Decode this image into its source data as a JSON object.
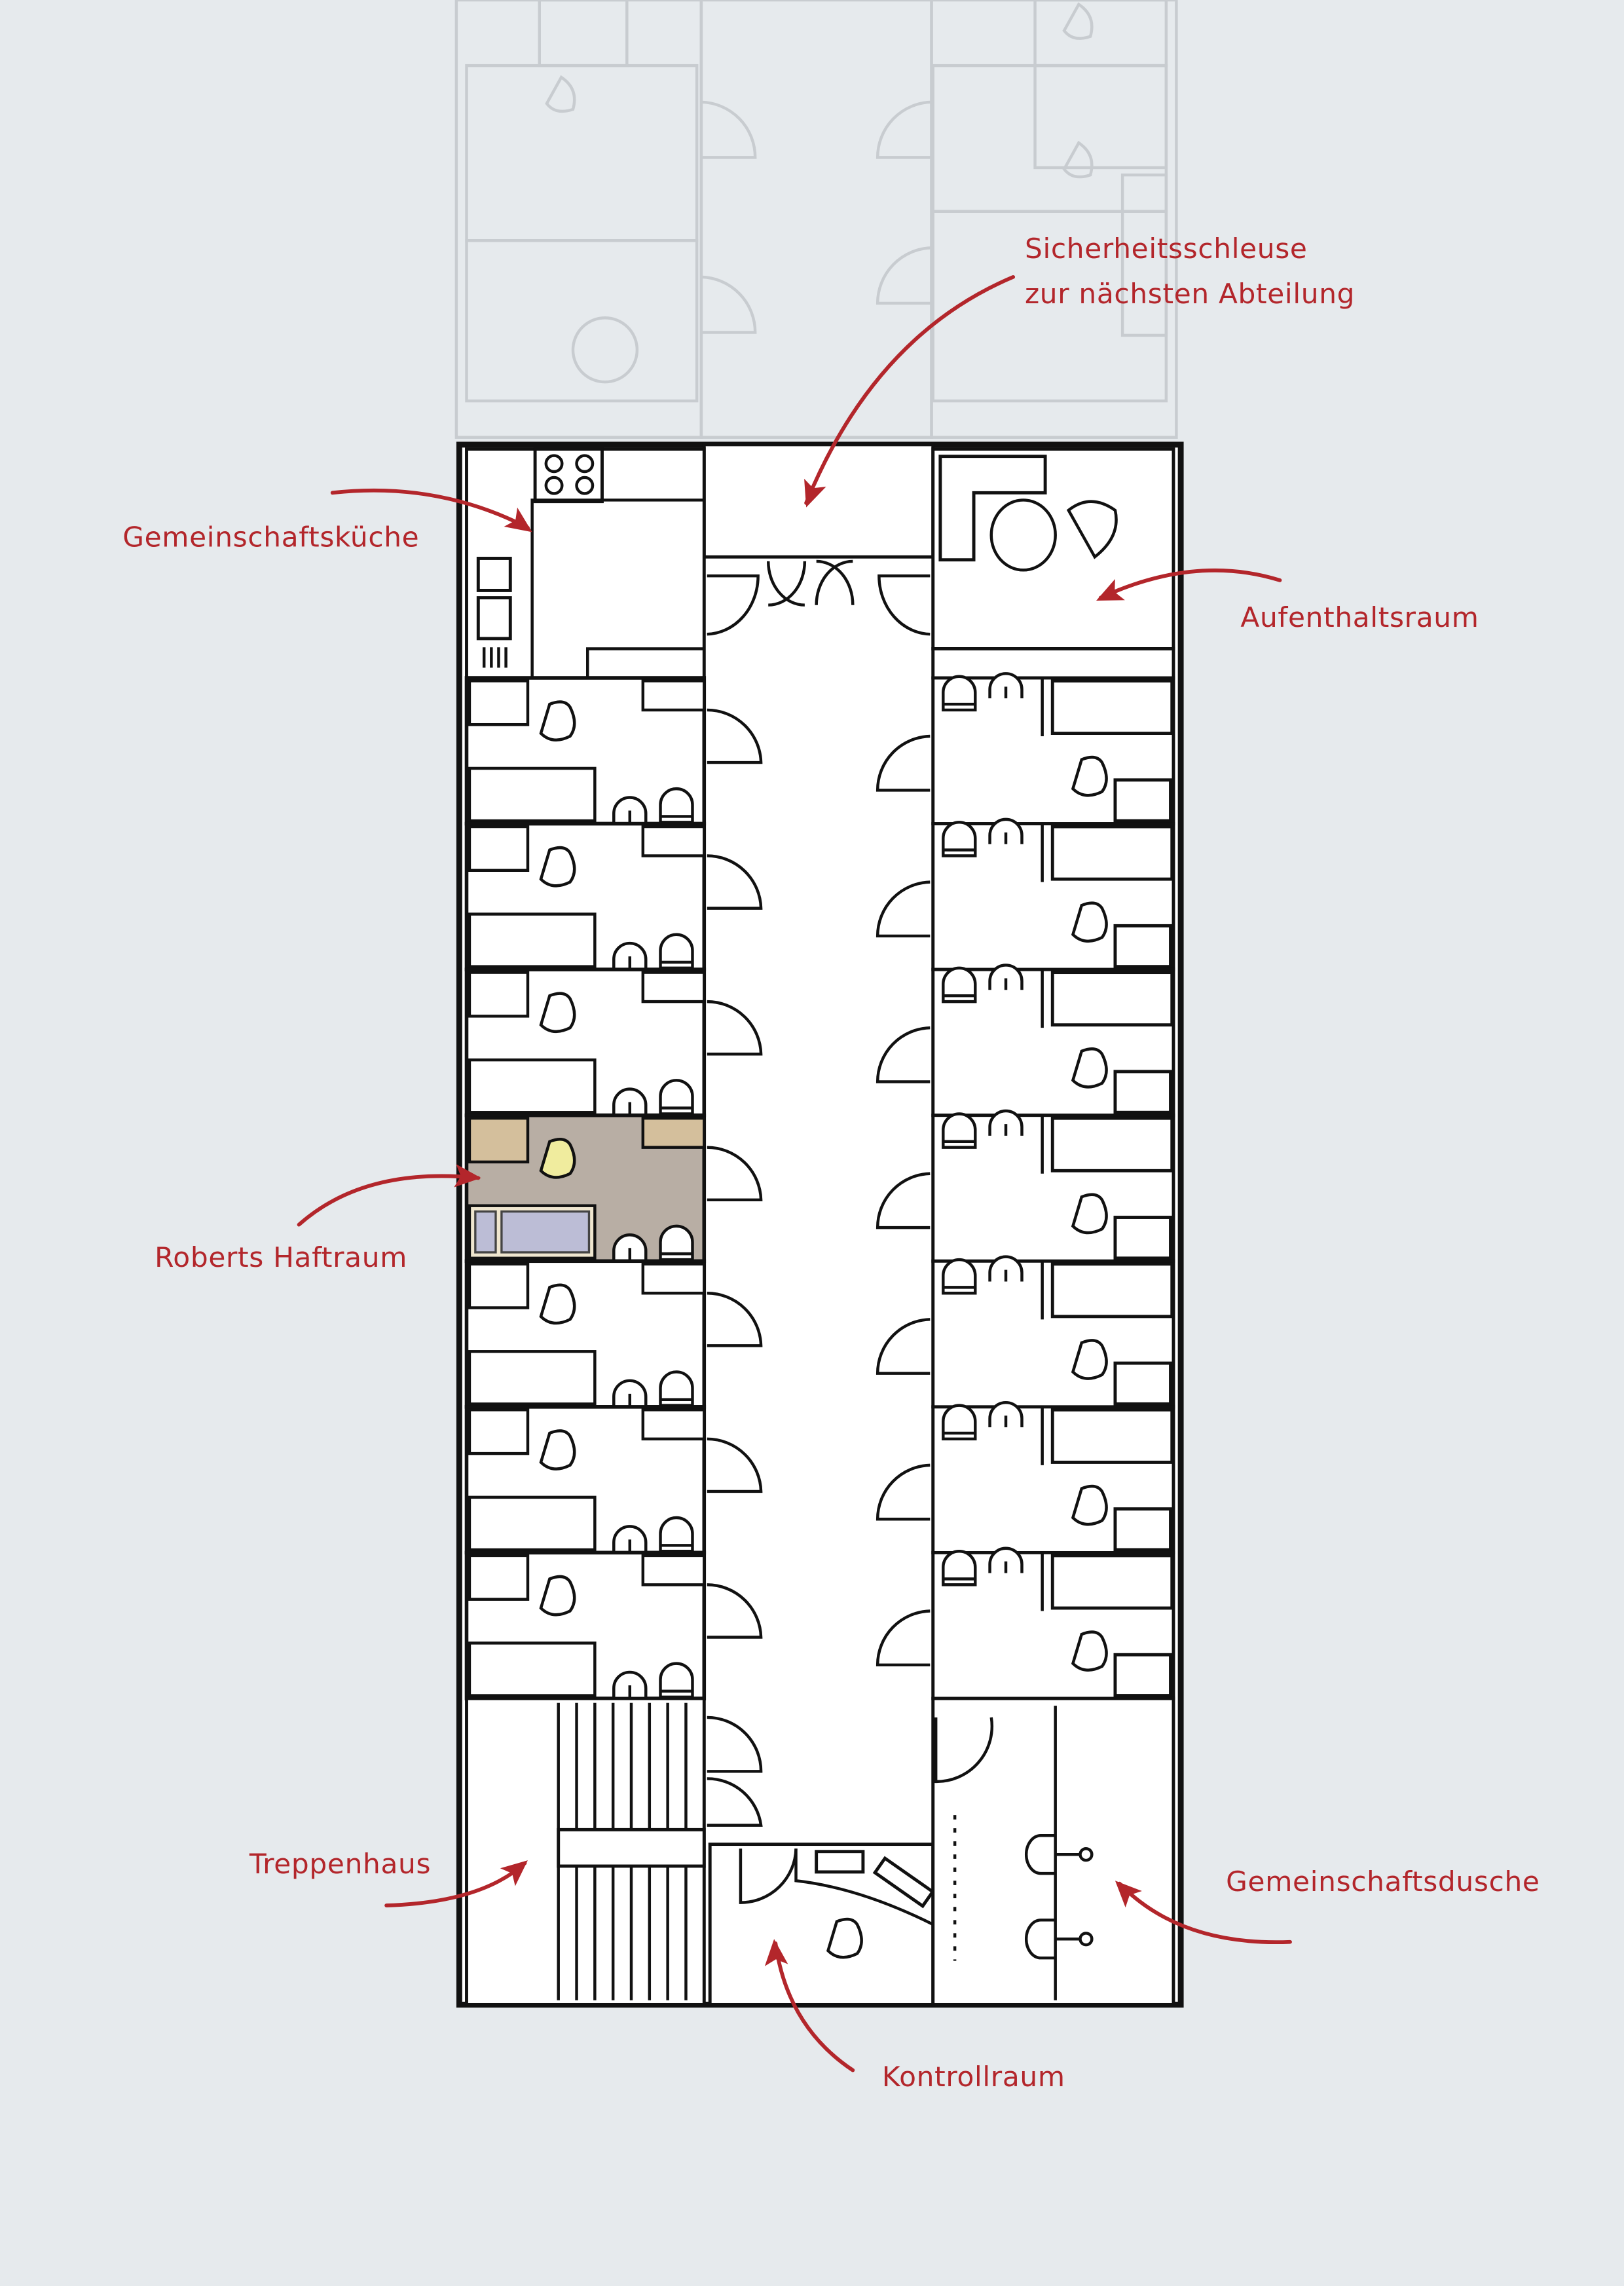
{
  "labels": {
    "security_lock_line1": "Sicherheitsschleuse",
    "security_lock_line2": "zur nächsten Abteilung",
    "kitchen": "Gemeinschaftsküche",
    "lounge": "Aufenthaltsraum",
    "roberts_cell": "Roberts Haftraum",
    "stairwell": "Treppenhaus",
    "shower": "Gemeinschaftsdusche",
    "control_room": "Kontrollraum"
  },
  "colors": {
    "background": "#e6eaed",
    "annotation": "#b3262b",
    "highlight_floor": "#b8aea4",
    "highlight_furniture": "#d4bf9c",
    "highlight_chair": "#f0ec9e",
    "highlight_bed": "#bcbdd6"
  },
  "cells_per_side": 7,
  "highlighted_cell_index_left": 3
}
